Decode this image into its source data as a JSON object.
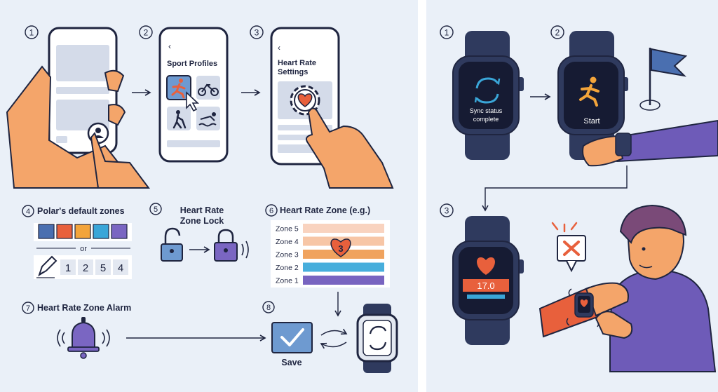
{
  "left_panel": {
    "steps": [
      "1",
      "2",
      "3",
      "4",
      "5",
      "6",
      "7",
      "8"
    ],
    "sport_profiles_title": "Sport Profiles",
    "heart_rate_settings_title_line1": "Heart Rate",
    "heart_rate_settings_title_line2": "Settings",
    "back_glyph": "‹",
    "polar_default_zones_title": "Polar's default zones",
    "zone_colors": [
      "#4a6fb0",
      "#e8603c",
      "#f3a43a",
      "#3aa6d8",
      "#7a66c2"
    ],
    "or_label": "or",
    "custom_zone_values": [
      "1",
      "2",
      "5",
      "4"
    ],
    "zone_lock_title_line1": "Heart Rate",
    "zone_lock_title_line2": "Zone Lock",
    "heart_rate_zone_title": "Heart Rate Zone (e.g.)",
    "heart_rate_zone_title_extra": "(e.g.",
    "zones": [
      {
        "label": "Zone 5",
        "color": "#f9d3bf"
      },
      {
        "label": "Zone 4",
        "color": "#f7c6a6"
      },
      {
        "label": "Zone 3",
        "color": "#f0a35e"
      },
      {
        "label": "Zone 2",
        "color": "#47aedc"
      },
      {
        "label": "Zone 1",
        "color": "#7864c0"
      }
    ],
    "active_zone_value": "3",
    "zone_alarm_title": "Heart Rate Zone Alarm",
    "save_label": "Save"
  },
  "right_panel": {
    "steps": [
      "1",
      "2",
      "3"
    ],
    "sync_status_line1": "Sync status",
    "sync_status_line2": "complete",
    "start_label": "Start",
    "heart_rate_value": "17.0"
  },
  "colors": {
    "panel_bg": "#eaf0f8",
    "navy": "#2f3a5e",
    "outline": "#1f2540",
    "skin": "#f4a56a",
    "purple": "#6e5bb8",
    "orange": "#e8603c",
    "teal": "#3aa6d8"
  }
}
